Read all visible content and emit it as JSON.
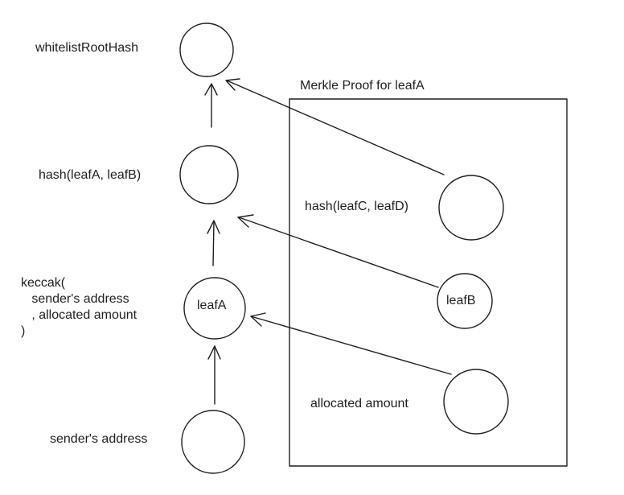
{
  "nodes": {
    "root": {
      "label": "whitelistRootHash"
    },
    "hash_ab": {
      "label": "hash(leafA, leafB)"
    },
    "leaf_a": {
      "label": "leafA",
      "keccak_lines": [
        "keccak(",
        "   sender's address",
        "   , allocated amount",
        ")"
      ]
    },
    "sender": {
      "label": "sender's address"
    }
  },
  "proof_box": {
    "title": "Merkle Proof for leafA",
    "items": {
      "hash_cd": {
        "label": "hash(leafC, leafD)"
      },
      "leaf_b": {
        "label": "leafB"
      },
      "amount": {
        "label": "allocated amount"
      }
    }
  },
  "colors": {
    "ink": "#1e1e1e",
    "background": "#ffffff"
  }
}
